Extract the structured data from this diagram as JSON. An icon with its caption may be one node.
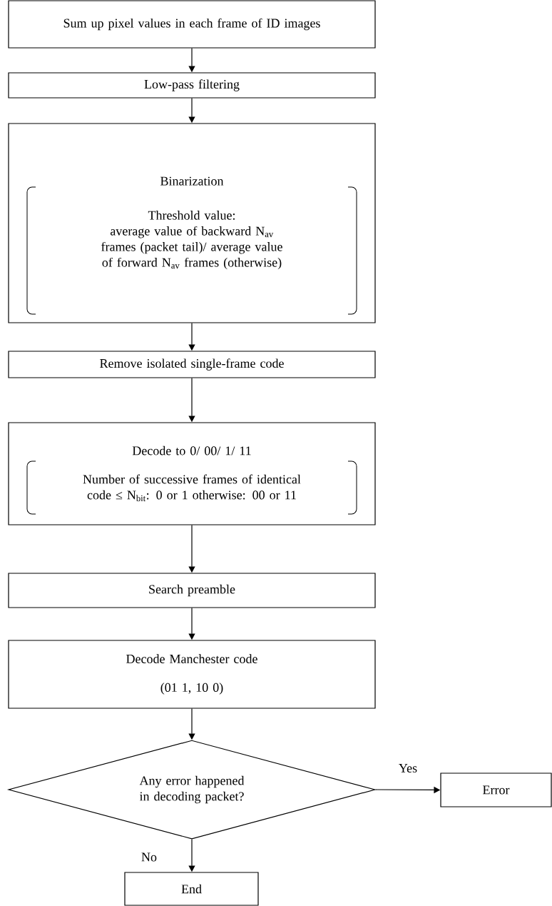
{
  "diagram": {
    "nodes": [
      {
        "text": [
          "Sum up pixel values in each frame of ID images"
        ]
      },
      {
        "text": [
          "Low-pass filtering"
        ]
      },
      {
        "text": [
          "Binarization",
          "Threshold value:",
          "average value of backward N$_{av}$ frames (packet tail)/ average value of forward N$_{av}$ frames (otherwise)"
        ]
      },
      {
        "text": [
          "Remove isolated single-frame code"
        ]
      },
      {
        "text": [
          "Decode to 0/ 00/ 1/ 11",
          "Number of successive frames of identical code ≤ N$_{bit}$: 0 or 1 otherwise: 00 or 11"
        ]
      },
      {
        "text": [
          "Search preamble"
        ]
      },
      {
        "text": [
          "Decode Manchester code",
          "(01    1, 10    0)"
        ]
      },
      {
        "text": [
          "Any error happened in decoding packet?"
        ]
      },
      {
        "text": [
          "Error"
        ]
      },
      {
        "text": [
          "End"
        ]
      }
    ],
    "edges": [
      {
        "from": 0,
        "to": 1,
        "arrow": "to"
      },
      {
        "from": 1,
        "to": 2,
        "arrow": "to"
      },
      {
        "from": 2,
        "to": 3,
        "arrow": "to"
      },
      {
        "from": 3,
        "to": 4,
        "arrow": "to"
      },
      {
        "from": 4,
        "to": 5,
        "arrow": "to"
      },
      {
        "from": 5,
        "to": 6,
        "arrow": "to"
      },
      {
        "from": 6,
        "to": 7,
        "arrow": "to"
      },
      {
        "from": 7,
        "to": 8,
        "arrow": "to",
        "label": "Yes"
      },
      {
        "from": 7,
        "to": 9,
        "arrow": "to",
        "label": "No"
      }
    ]
  }
}
